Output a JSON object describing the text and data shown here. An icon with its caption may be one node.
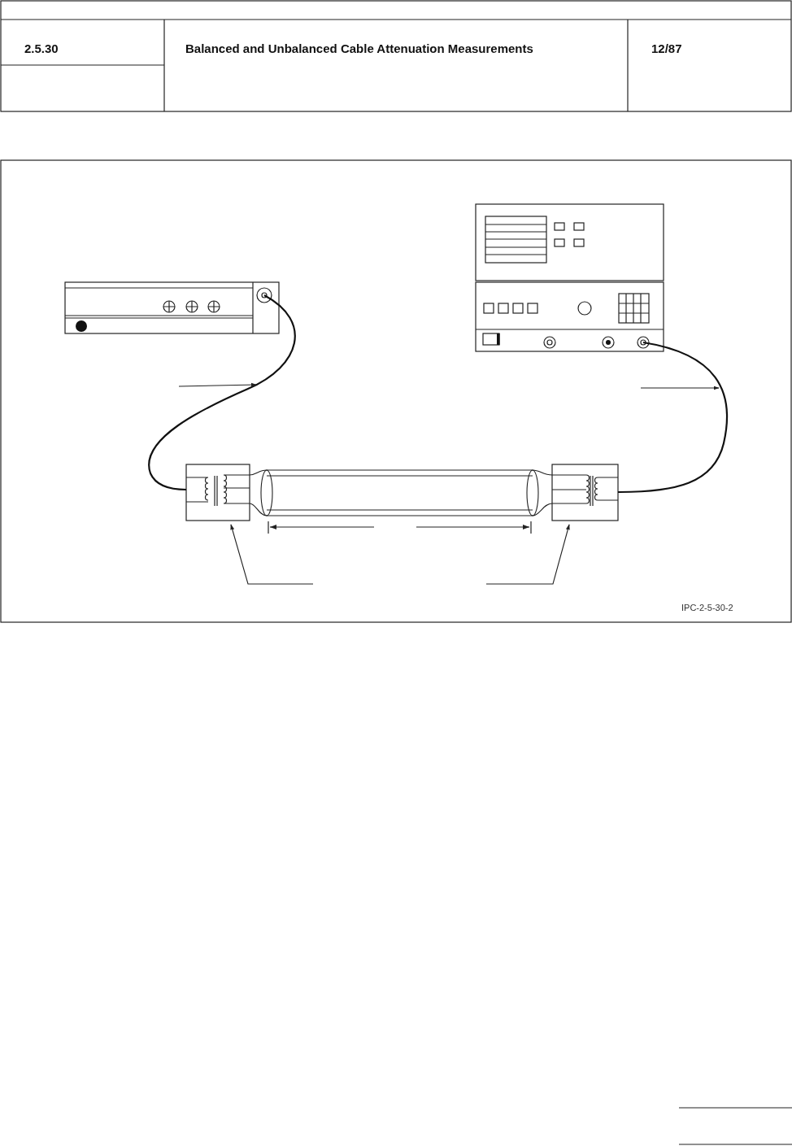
{
  "diagram": {
    "title": "Balanced and Unbalanced Cable Attenuation Measurements",
    "nodes": [
      {
        "text": [],
        "shape": "box"
      },
      {
        "text": [],
        "shape": "box"
      },
      {
        "text": [],
        "shape": "box"
      },
      {
        "text": [],
        "shape": "box"
      },
      {
        "text": [],
        "shape": "cylinder"
      },
      {
        "text": [],
        "shape": "cable"
      },
      {
        "text": [],
        "shape": "cable"
      }
    ],
    "edges": [
      {
        "from": null,
        "to": 5,
        "arrow": "to"
      },
      {
        "from": null,
        "to": 6,
        "arrow": "to"
      },
      {
        "from": null,
        "to": 2,
        "arrow": "to"
      },
      {
        "from": null,
        "to": 3,
        "arrow": "to"
      }
    ],
    "labels": [
      "2.5.30",
      "12/87",
      "IPC-2-5-30-2"
    ]
  }
}
